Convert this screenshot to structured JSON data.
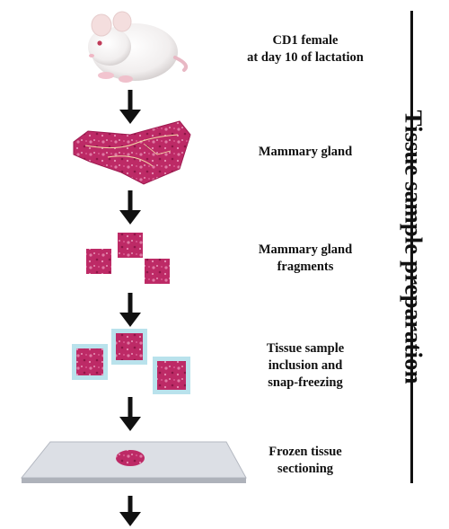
{
  "steps": [
    {
      "id": "mouse",
      "lines": [
        "CD1 female",
        "at day 10 of lactation"
      ]
    },
    {
      "id": "gland",
      "lines": [
        "Mammary gland"
      ]
    },
    {
      "id": "fragments",
      "lines": [
        "Mammary gland",
        "fragments"
      ]
    },
    {
      "id": "inclusion",
      "lines": [
        "Tissue sample",
        "inclusion and",
        "snap-freezing"
      ]
    },
    {
      "id": "sectioning",
      "lines": [
        "Frozen tissue",
        "sectioning"
      ]
    }
  ],
  "side_title": "Tissue sample preparation",
  "colors": {
    "tissue": "#b5205e",
    "tissue_light": "#d65591",
    "frame": "#b9e2ec",
    "slide": "#dcdfe5",
    "arrow": "#111111"
  }
}
